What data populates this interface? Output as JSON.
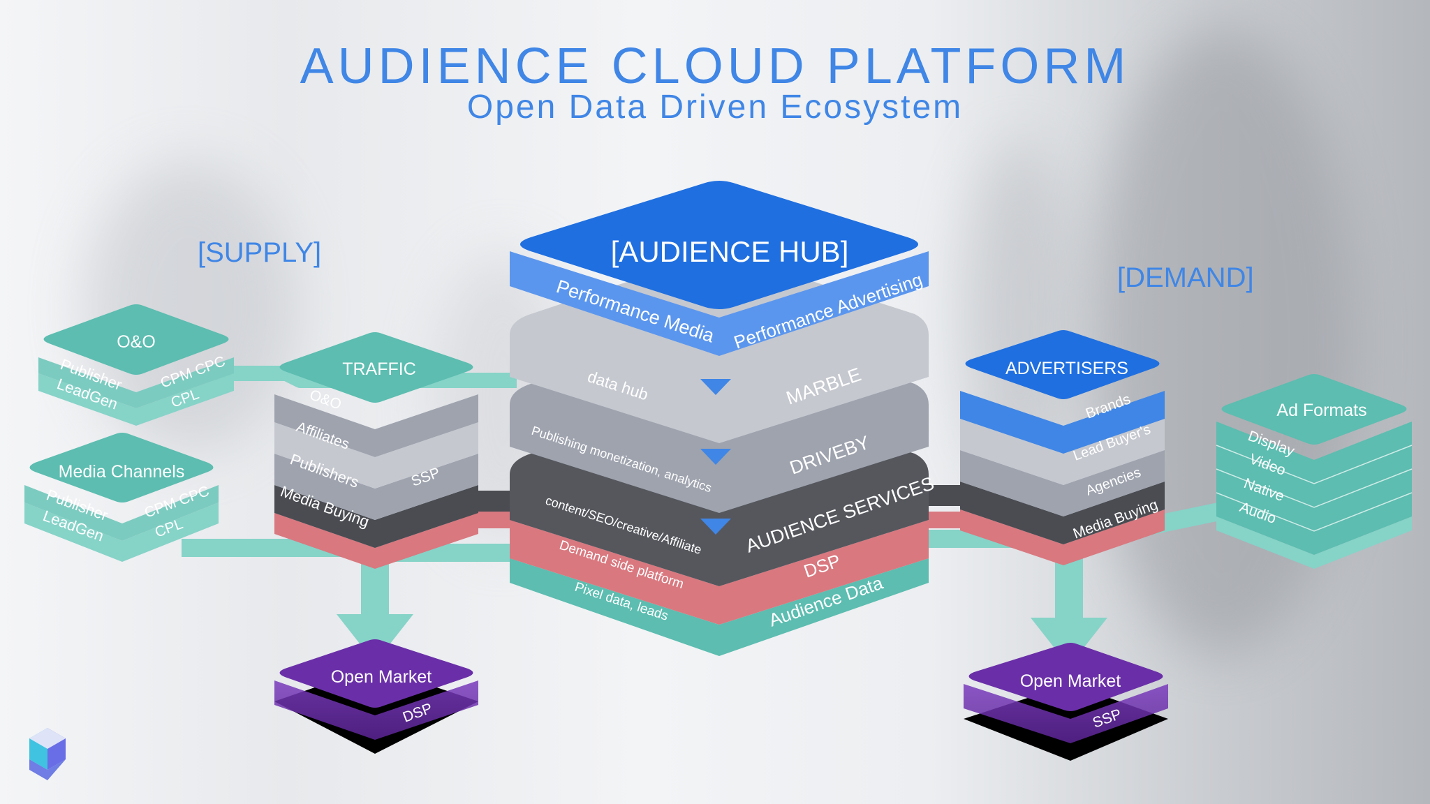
{
  "title": "AUDIENCE CLOUD PLATFORM",
  "subtitle": "Open Data Driven Ecosystem",
  "supply_label": "[SUPPLY]",
  "demand_label": "[DEMAND]",
  "hub": {
    "title": "[AUDIENCE HUB]",
    "performance_media": "Performance Media",
    "performance_advertising": "Performance Advertising",
    "data_hub": "data hub",
    "marble": "MARBLE",
    "publishing": "Publishing monetization, analytics",
    "driveby": "DRIVEBY",
    "content": "content/SEO/creative/Affiliate",
    "audience_services": "AUDIENCE SERVICES",
    "demand_side": "Demand side platform",
    "dsp": "DSP",
    "pixel": "Pixel data, leads",
    "audience_data": "Audience Data"
  },
  "oo": {
    "title": "O&O",
    "publisher": "Publisher",
    "leadgen": "LeadGen",
    "cpm_cpc": "CPM CPC",
    "cpl": "CPL"
  },
  "media_channels": {
    "title": "Media Channels",
    "publisher": "Publisher",
    "leadgen": "LeadGen",
    "cpm_cpc": "CPM CPC",
    "cpl": "CPL"
  },
  "traffic": {
    "title": "TRAFFIC",
    "oo": "O&O",
    "affiliates": "Affiliates",
    "publishers": "Publishers",
    "ssp": "SSP",
    "media_buying": "Media Buying"
  },
  "open_market_left": {
    "title": "Open Market",
    "sub": "DSP"
  },
  "advertisers": {
    "title": "ADVERTISERS",
    "brands": "Brands",
    "lead_buyers": "Lead Buyer's",
    "agencies": "Agencies",
    "media_buying": "Media Buying"
  },
  "ad_formats": {
    "title": "Ad Formats",
    "display": "Display",
    "video": "Video",
    "native": "Native",
    "audio": "Audio"
  },
  "open_market_right": {
    "title": "Open Market",
    "sub": "SSP"
  },
  "colors": {
    "accent": "#3f86e6",
    "hub_blue": "#1f6fe0",
    "hub_light_blue": "#5b96ee",
    "teal": "#5cbdb0",
    "teal_light": "#86d3c8",
    "pink": "#d9787f",
    "dark": "#55575d",
    "grey1": "#9ea3ae",
    "grey2": "#c5c8cf",
    "purple": "#6a2fa8",
    "purple_light": "#9058c6"
  }
}
